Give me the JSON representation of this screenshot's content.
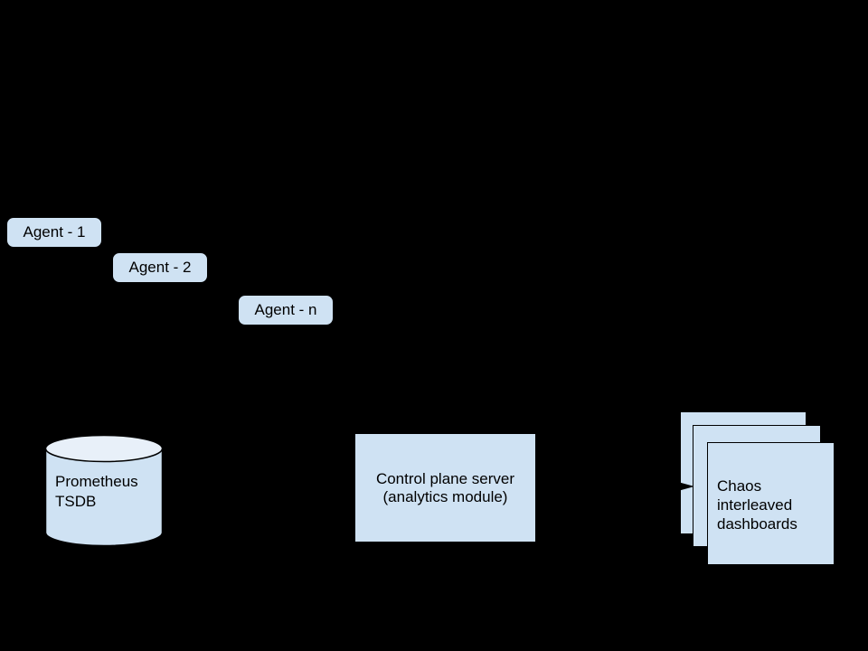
{
  "diagram": {
    "colors": {
      "background": "#000000",
      "node_fill": "#cfe2f3",
      "cylinder_top_fill": "#e8f0f9",
      "stroke": "#000000",
      "text": "#000000"
    },
    "agents": [
      {
        "label": "Agent - 1"
      },
      {
        "label": "Agent - 2"
      },
      {
        "label": "Agent - n"
      }
    ],
    "prometheus": {
      "line1": "Prometheus",
      "line2": "TSDB"
    },
    "control_plane": {
      "line1": "Control plane server",
      "line2": "(analytics module)"
    },
    "dashboards": {
      "card_count": 3,
      "line1": "Chaos",
      "line2": "interleaved",
      "line3": "dashboards"
    },
    "arrow": {
      "direction": "right"
    }
  }
}
